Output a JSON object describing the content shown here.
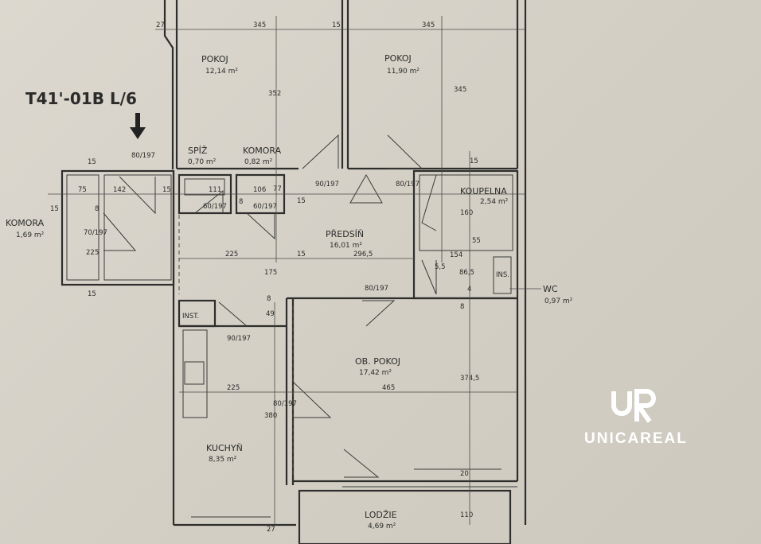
{
  "plan": {
    "title": "T41'-01B L/6",
    "rooms": {
      "pokoj1": {
        "name": "POKOJ",
        "area": "12,14 m²"
      },
      "pokoj2": {
        "name": "POKOJ",
        "area": "11,90 m²"
      },
      "spiz": {
        "name": "SPÍŽ",
        "area": "0,70 m²"
      },
      "komora_small": {
        "name": "KOMORA",
        "area": "0,82 m²"
      },
      "komora": {
        "name": "KOMORA",
        "area": "1,69 m²"
      },
      "predsin": {
        "name": "PŘEDSÍŇ",
        "area": "16,01 m²"
      },
      "koupelna": {
        "name": "KOUPELNA",
        "area": "2,54 m²"
      },
      "wc": {
        "name": "WC",
        "area": "0,97 m²"
      },
      "ob_pokoj": {
        "name": "OB. POKOJ",
        "area": "17,42 m²"
      },
      "kuchyn": {
        "name": "KUCHYŇ",
        "area": "8,35 m²"
      },
      "lodzie": {
        "name": "LODŽIE",
        "area": "4,69 m²"
      }
    },
    "fixtures": {
      "inst": "INST.",
      "ins": "INS."
    },
    "dimensions": [
      "27",
      "345",
      "15",
      "345",
      "352",
      "345",
      "15",
      "80/197",
      "15",
      "75",
      "142",
      "15",
      "111",
      "106",
      "8",
      "77",
      "60/197",
      "60/197",
      "8",
      "70/197",
      "225",
      "15",
      "225",
      "175",
      "15",
      "296,5",
      "90/197",
      "80/197",
      "160",
      "55",
      "154",
      "5,5",
      "86,5",
      "4",
      "8",
      "80/197",
      "49",
      "90/197",
      "225",
      "465",
      "374,5",
      "80/197",
      "380",
      "20",
      "110",
      "27",
      "8",
      "15",
      "15"
    ]
  },
  "logo": {
    "mark": "UR",
    "name": "UNICAREAL"
  }
}
